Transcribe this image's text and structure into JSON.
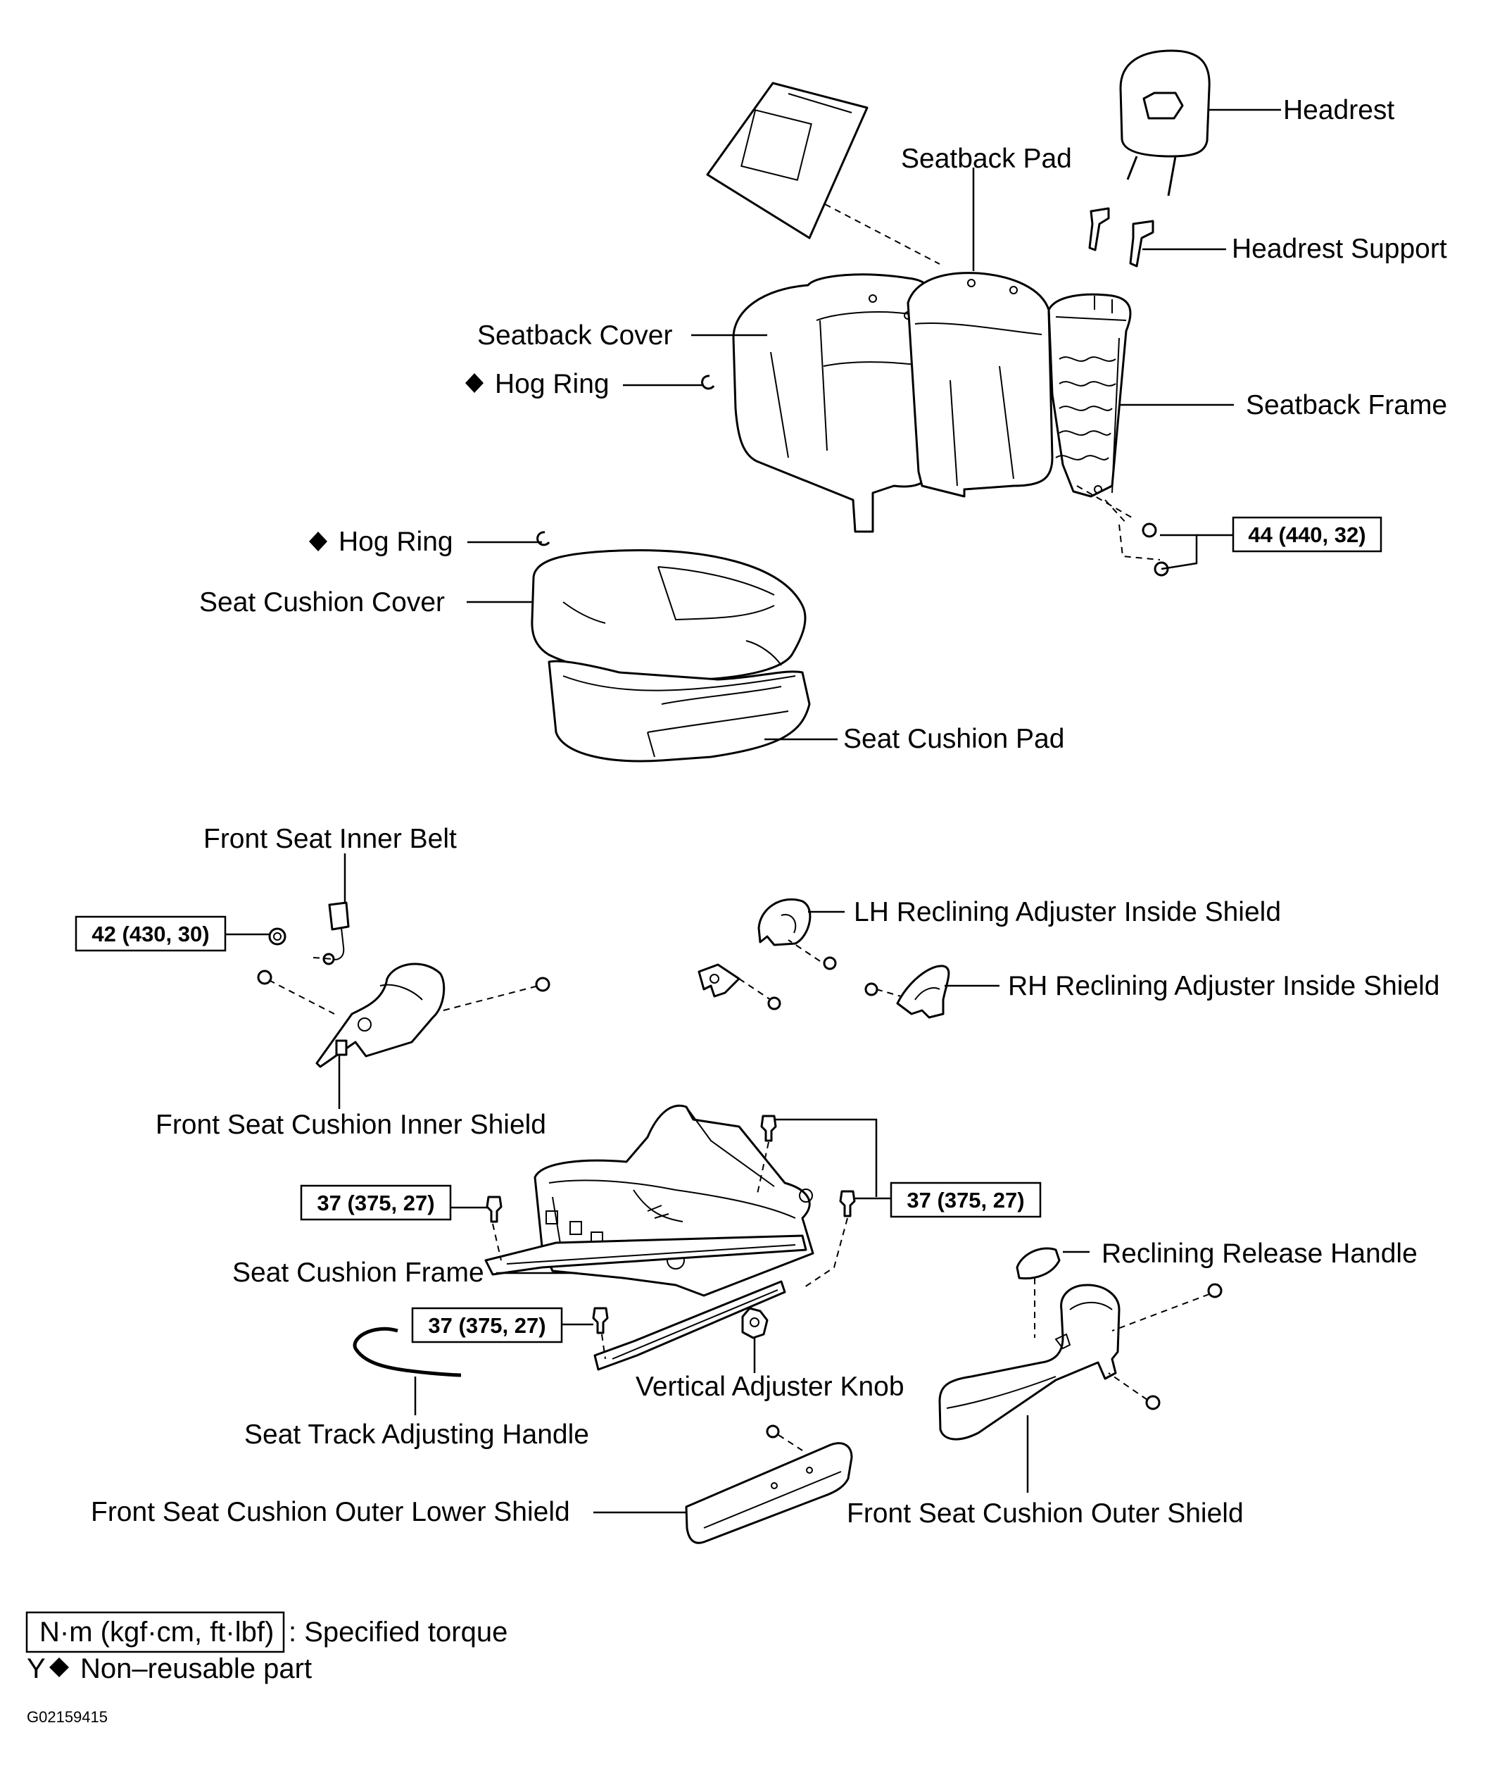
{
  "labels": {
    "headrest": "Headrest",
    "seatback_pad": "Seatback Pad",
    "headrest_support": "Headrest Support",
    "seatback_cover": "Seatback Cover",
    "hog_ring_upper": "Hog Ring",
    "seatback_frame": "Seatback Frame",
    "hog_ring_lower": "Hog Ring",
    "seat_cushion_cover": "Seat Cushion Cover",
    "seat_cushion_pad": "Seat Cushion Pad",
    "front_seat_inner_belt": "Front Seat Inner Belt",
    "lh_reclining_shield": "LH Reclining Adjuster Inside Shield",
    "rh_reclining_shield": "RH Reclining Adjuster Inside Shield",
    "front_seat_cushion_inner_shield": "Front Seat Cushion Inner Shield",
    "seat_cushion_frame": "Seat Cushion Frame",
    "reclining_release_handle": "Reclining Release Handle",
    "vertical_adjuster_knob": "Vertical Adjuster Knob",
    "seat_track_adjusting_handle": "Seat Track Adjusting Handle",
    "front_seat_cushion_outer_lower_shield": "Front Seat Cushion Outer Lower Shield",
    "front_seat_cushion_outer_shield": "Front Seat Cushion Outer Shield"
  },
  "torques": {
    "seatback_frame_bolts": "44 (440, 32)",
    "inner_belt_nut": "42 (430, 30)",
    "frame_front_left": "37 (375, 27)",
    "frame_rear_right": "37 (375, 27)",
    "frame_front_lower": "37 (375, 27)"
  },
  "legend": {
    "torque_unit": "N·m (kgf·cm, ft·lbf)",
    "torque_desc": ": Specified torque",
    "non_reusable_prefix": "Y",
    "non_reusable_desc": "Non–reusable part"
  },
  "figure_code": "G02159415",
  "icons": {
    "non_reusable_marker": "diamond-icon"
  }
}
